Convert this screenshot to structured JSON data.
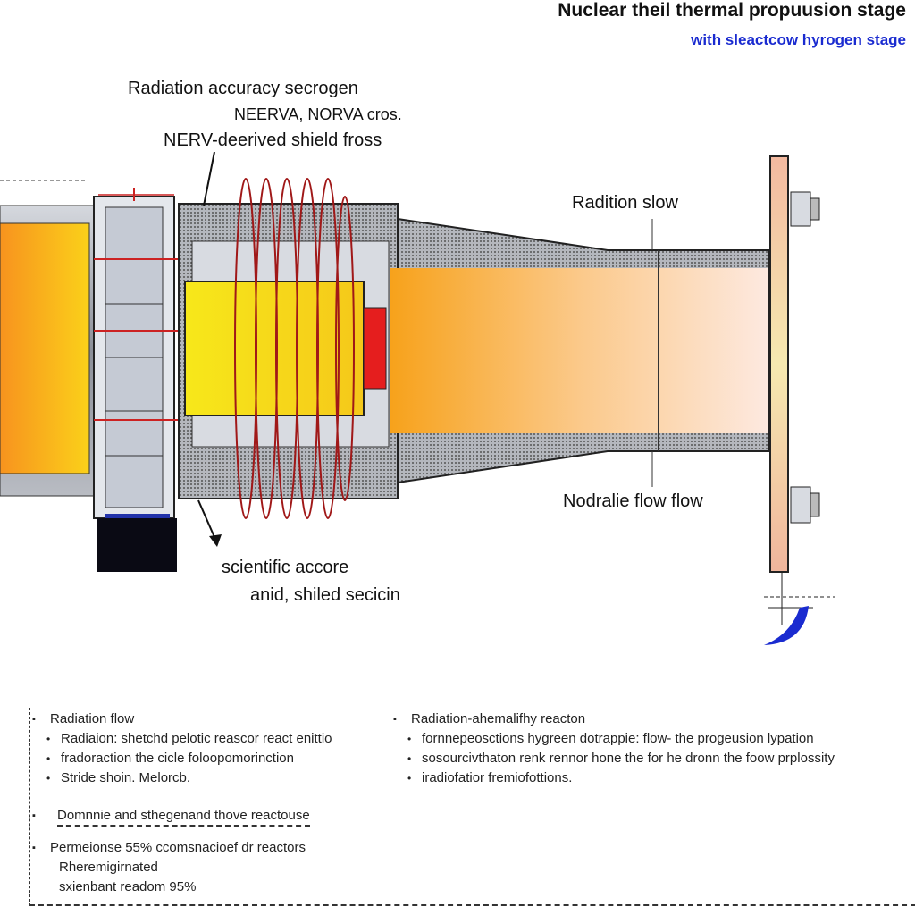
{
  "header": {
    "title": "Nuclear theil thermal propuusion stage",
    "subtitle": "with sleactcow hyrogen stage"
  },
  "callouts": {
    "top_left": [
      "Radiation accuracy secrogen",
      "NEERVA, NORVA cros.",
      "NERV-deerived shield fross"
    ],
    "radiation_slow": "Radition slow",
    "nozzle_flow": "Nodralie flow flow",
    "bottom_left": [
      "scientific accore",
      "anid, shiled secicin"
    ]
  },
  "notes": {
    "left": {
      "heading": "Radiation flow",
      "items": [
        "Radiaion: shetchd pelotic reascor react enittio",
        "fradoraction the cicle foloopomorinction",
        "Stride shoin.  Melorcb."
      ],
      "underlined": "Domnnie and sthegenand thove reactouse",
      "summary": "Permeionse 55% ccomsnacioef dr reactors",
      "summary_lines": [
        "Rheremigirnated",
        "sxienbant readom  95%"
      ]
    },
    "right": {
      "heading": "Radiation-ahemalifhy reacton",
      "items": [
        "fornnepeosctions hygreen dotrappie: flow- the progeusion lypation",
        "sosourcivthaton renk rennor hone the for he dronn the foow prplossity",
        "iradiofatior fremiofottions."
      ]
    }
  },
  "colors": {
    "accent_blue": "#1a2bd0",
    "core_yellow": "#f5e51a",
    "flame_orange": "#f7a21b",
    "coil_red": "#a01818"
  }
}
